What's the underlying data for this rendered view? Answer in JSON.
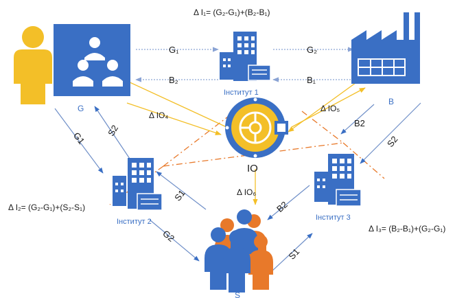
{
  "colors": {
    "blue": "#3a6fc4",
    "lightblue": "#6f8fc8",
    "orange": "#e8792a",
    "yellow": "#f3bf28",
    "text": "#1a1a1a",
    "label_blue": "#3a6fc4"
  },
  "icons": {
    "government": "person-with-group-icon",
    "business": "factory-icon",
    "institute": "office-building-icon",
    "io": "vault-safe-icon",
    "society": "people-group-icon"
  },
  "nodes": {
    "g": "G",
    "b": "B",
    "s": "S",
    "io": "IO",
    "institute1": "Інститут 1",
    "institute2": "Інститут 2",
    "institute3": "Інститут 3"
  },
  "formulas": {
    "i1": "Δ I₁= (G₂-G₁)+(B₂-B₁)",
    "i2": "Δ I₂= (G₂-G₁)+(S₂-S₁)",
    "i3": "Δ I₃= (B₂-B₁)+(G₂-G₁)"
  },
  "flows": {
    "g1_top": "G₁",
    "g2_top": "G₂",
    "b2_top": "B₂",
    "b1_top": "B₁",
    "g1_left": "G1",
    "s2_left": "S2",
    "s1_mid": "S1",
    "g2_left": "G2",
    "b2_mid": "B2",
    "b2_right": "B2",
    "s2_right": "S2",
    "s1_right": "S1",
    "dio4": "Δ IO₄",
    "dio5": "Δ IO₅",
    "dio6": "Δ IO₆"
  }
}
